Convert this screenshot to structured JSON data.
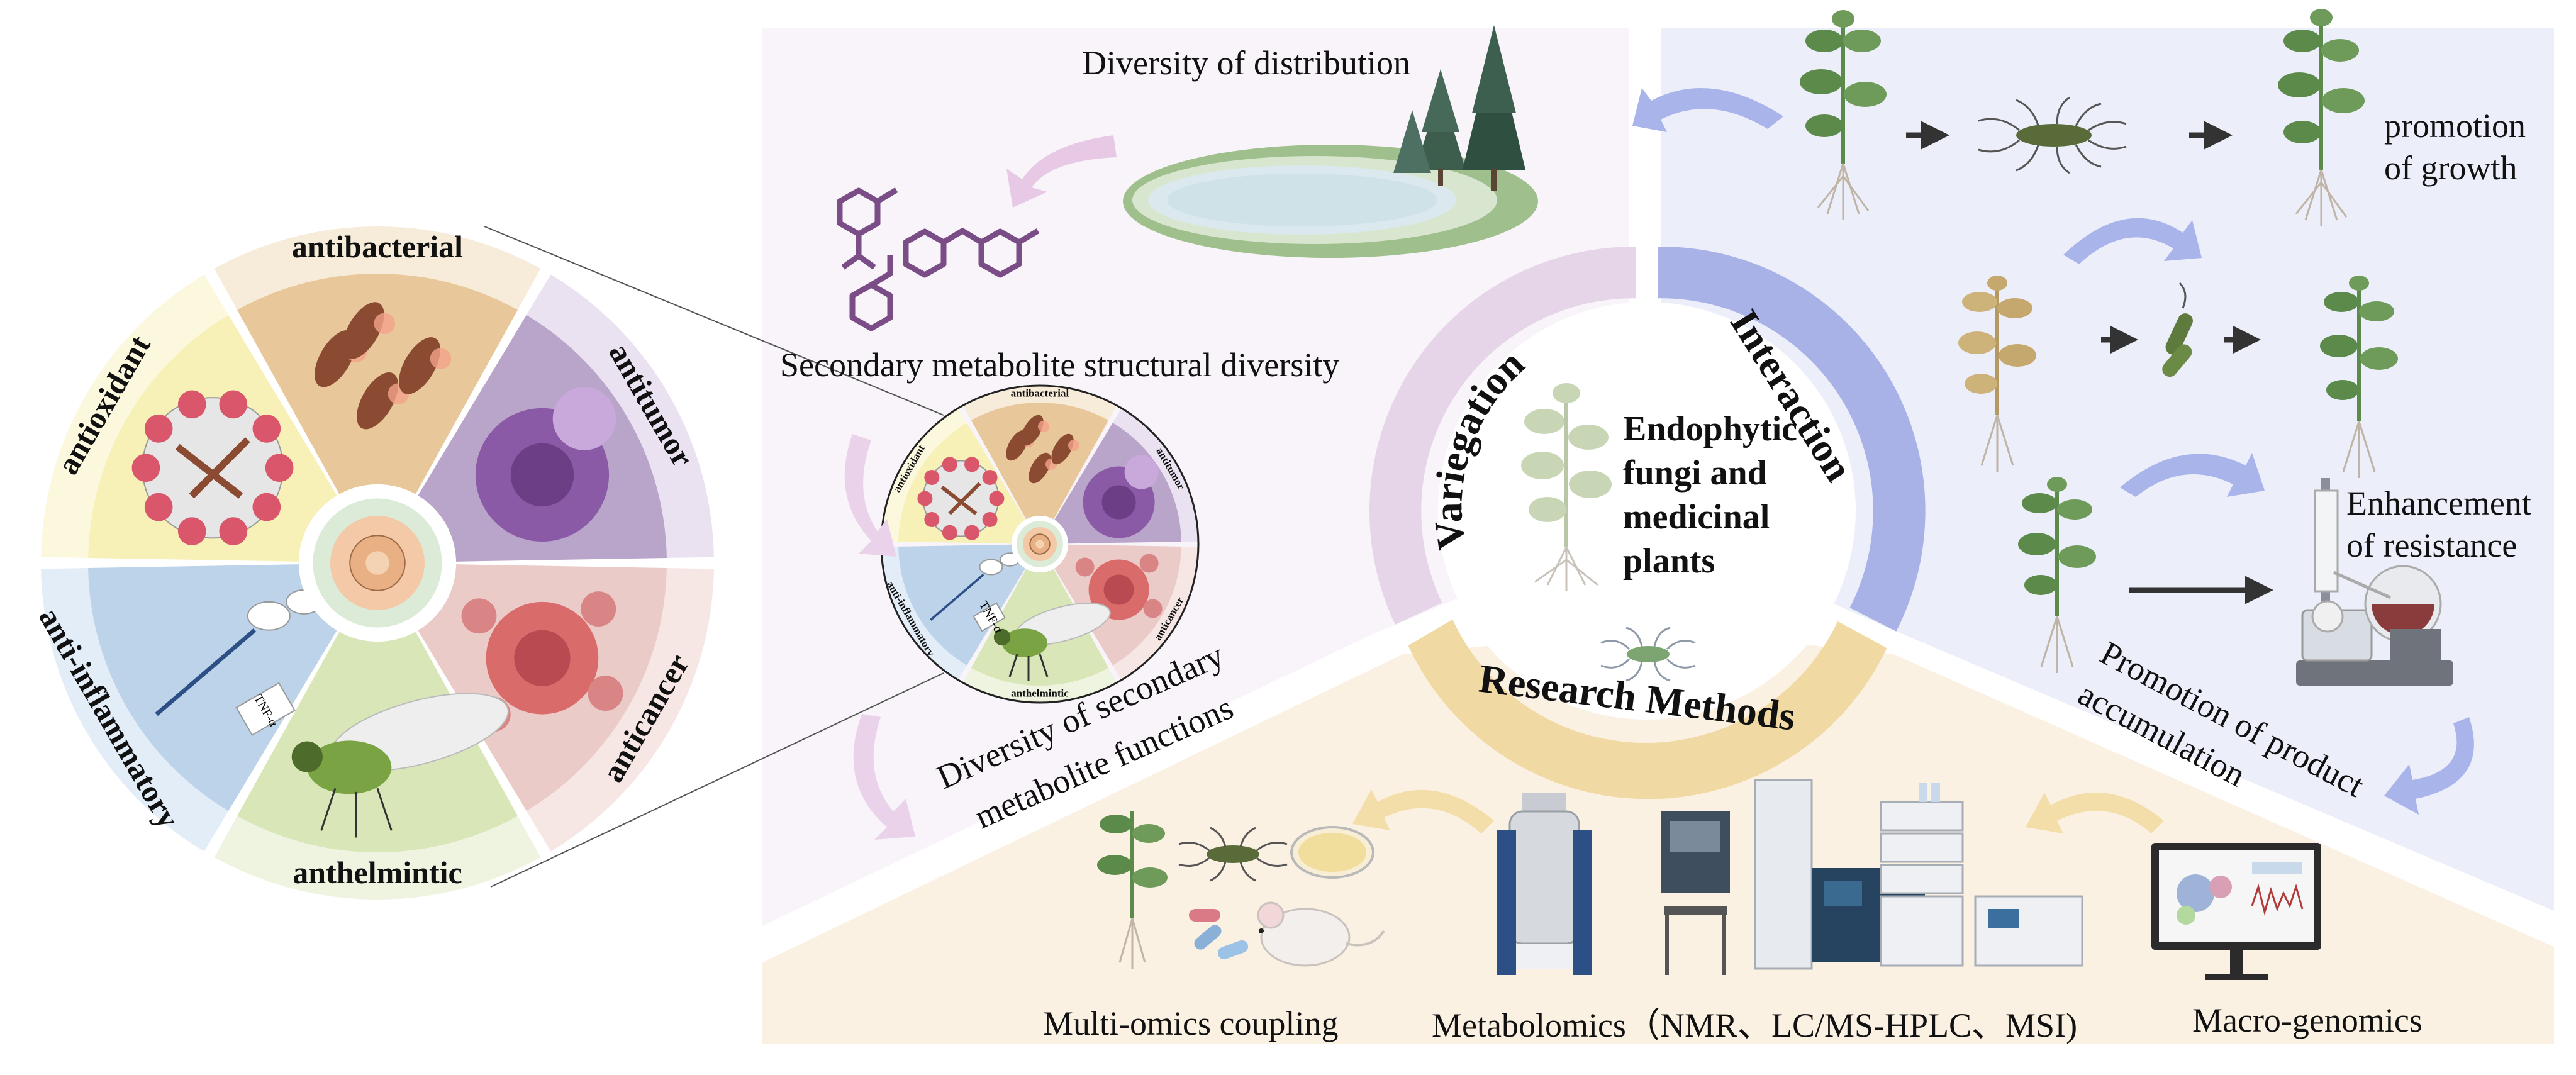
{
  "colors": {
    "variegation": "#e6d5e8",
    "interaction": "#a8b2e6",
    "research": "#f1d9a4",
    "panel_left": "#f8f4f9",
    "panel_right": "#eceef9",
    "panel_bottom": "#fbf1e3",
    "arrow_purple": "#e7c9e6",
    "arrow_blue": "#a9b4ea",
    "arrow_yellow": "#f3dda8",
    "plant": "#5b8a4a",
    "molecule": "#7a4d86"
  },
  "wheel": {
    "segments": [
      {
        "label": "antibacterial",
        "color": "#e8c89a",
        "band": "#f7ecd9",
        "icon": "bacteria-icon"
      },
      {
        "label": "antitumor",
        "color": "#b9a4ca",
        "band": "#ebe2f1",
        "icon": "tumor-cell-icon"
      },
      {
        "label": "anticancer",
        "color": "#ebcbc8",
        "band": "#f6e7e5",
        "icon": "cancer-cell-icon"
      },
      {
        "label": "anthelmintic",
        "color": "#d8e6b8",
        "band": "#eef4df",
        "icon": "insect-icon"
      },
      {
        "label": "anti-inflammatory",
        "color": "#bcd3ea",
        "band": "#e3edf7",
        "icon": "macrophage-icon"
      },
      {
        "label": "antioxidant",
        "color": "#f7f0b7",
        "band": "#fbf8de",
        "icon": "antioxidant-particle-icon"
      }
    ],
    "tnf_label": "TNF-α"
  },
  "ring": {
    "variegation": "Variegation",
    "interaction": "Interaction",
    "research": "Research Methods"
  },
  "center": {
    "lines": [
      "Endophytic",
      "fungi and",
      "medicinal",
      "plants"
    ]
  },
  "labels": {
    "distribution": "Diversity of distribution",
    "structural": "Secondary metabolite structural diversity",
    "functions_line1": "Diversity of secondary",
    "functions_line2": "metabolite functions",
    "growth_line1": "promotion",
    "growth_line2": "of growth",
    "resistance_line1": "Enhancement",
    "resistance_line2": "of resistance",
    "product_line1": "Promotion of product",
    "product_line2": "accumulation",
    "multiomics": "Multi-omics coupling",
    "metabolomics": "Metabolomics（NMR、LC/MS-HPLC、MSI)",
    "macrogenomics": "Macro-genomics"
  }
}
